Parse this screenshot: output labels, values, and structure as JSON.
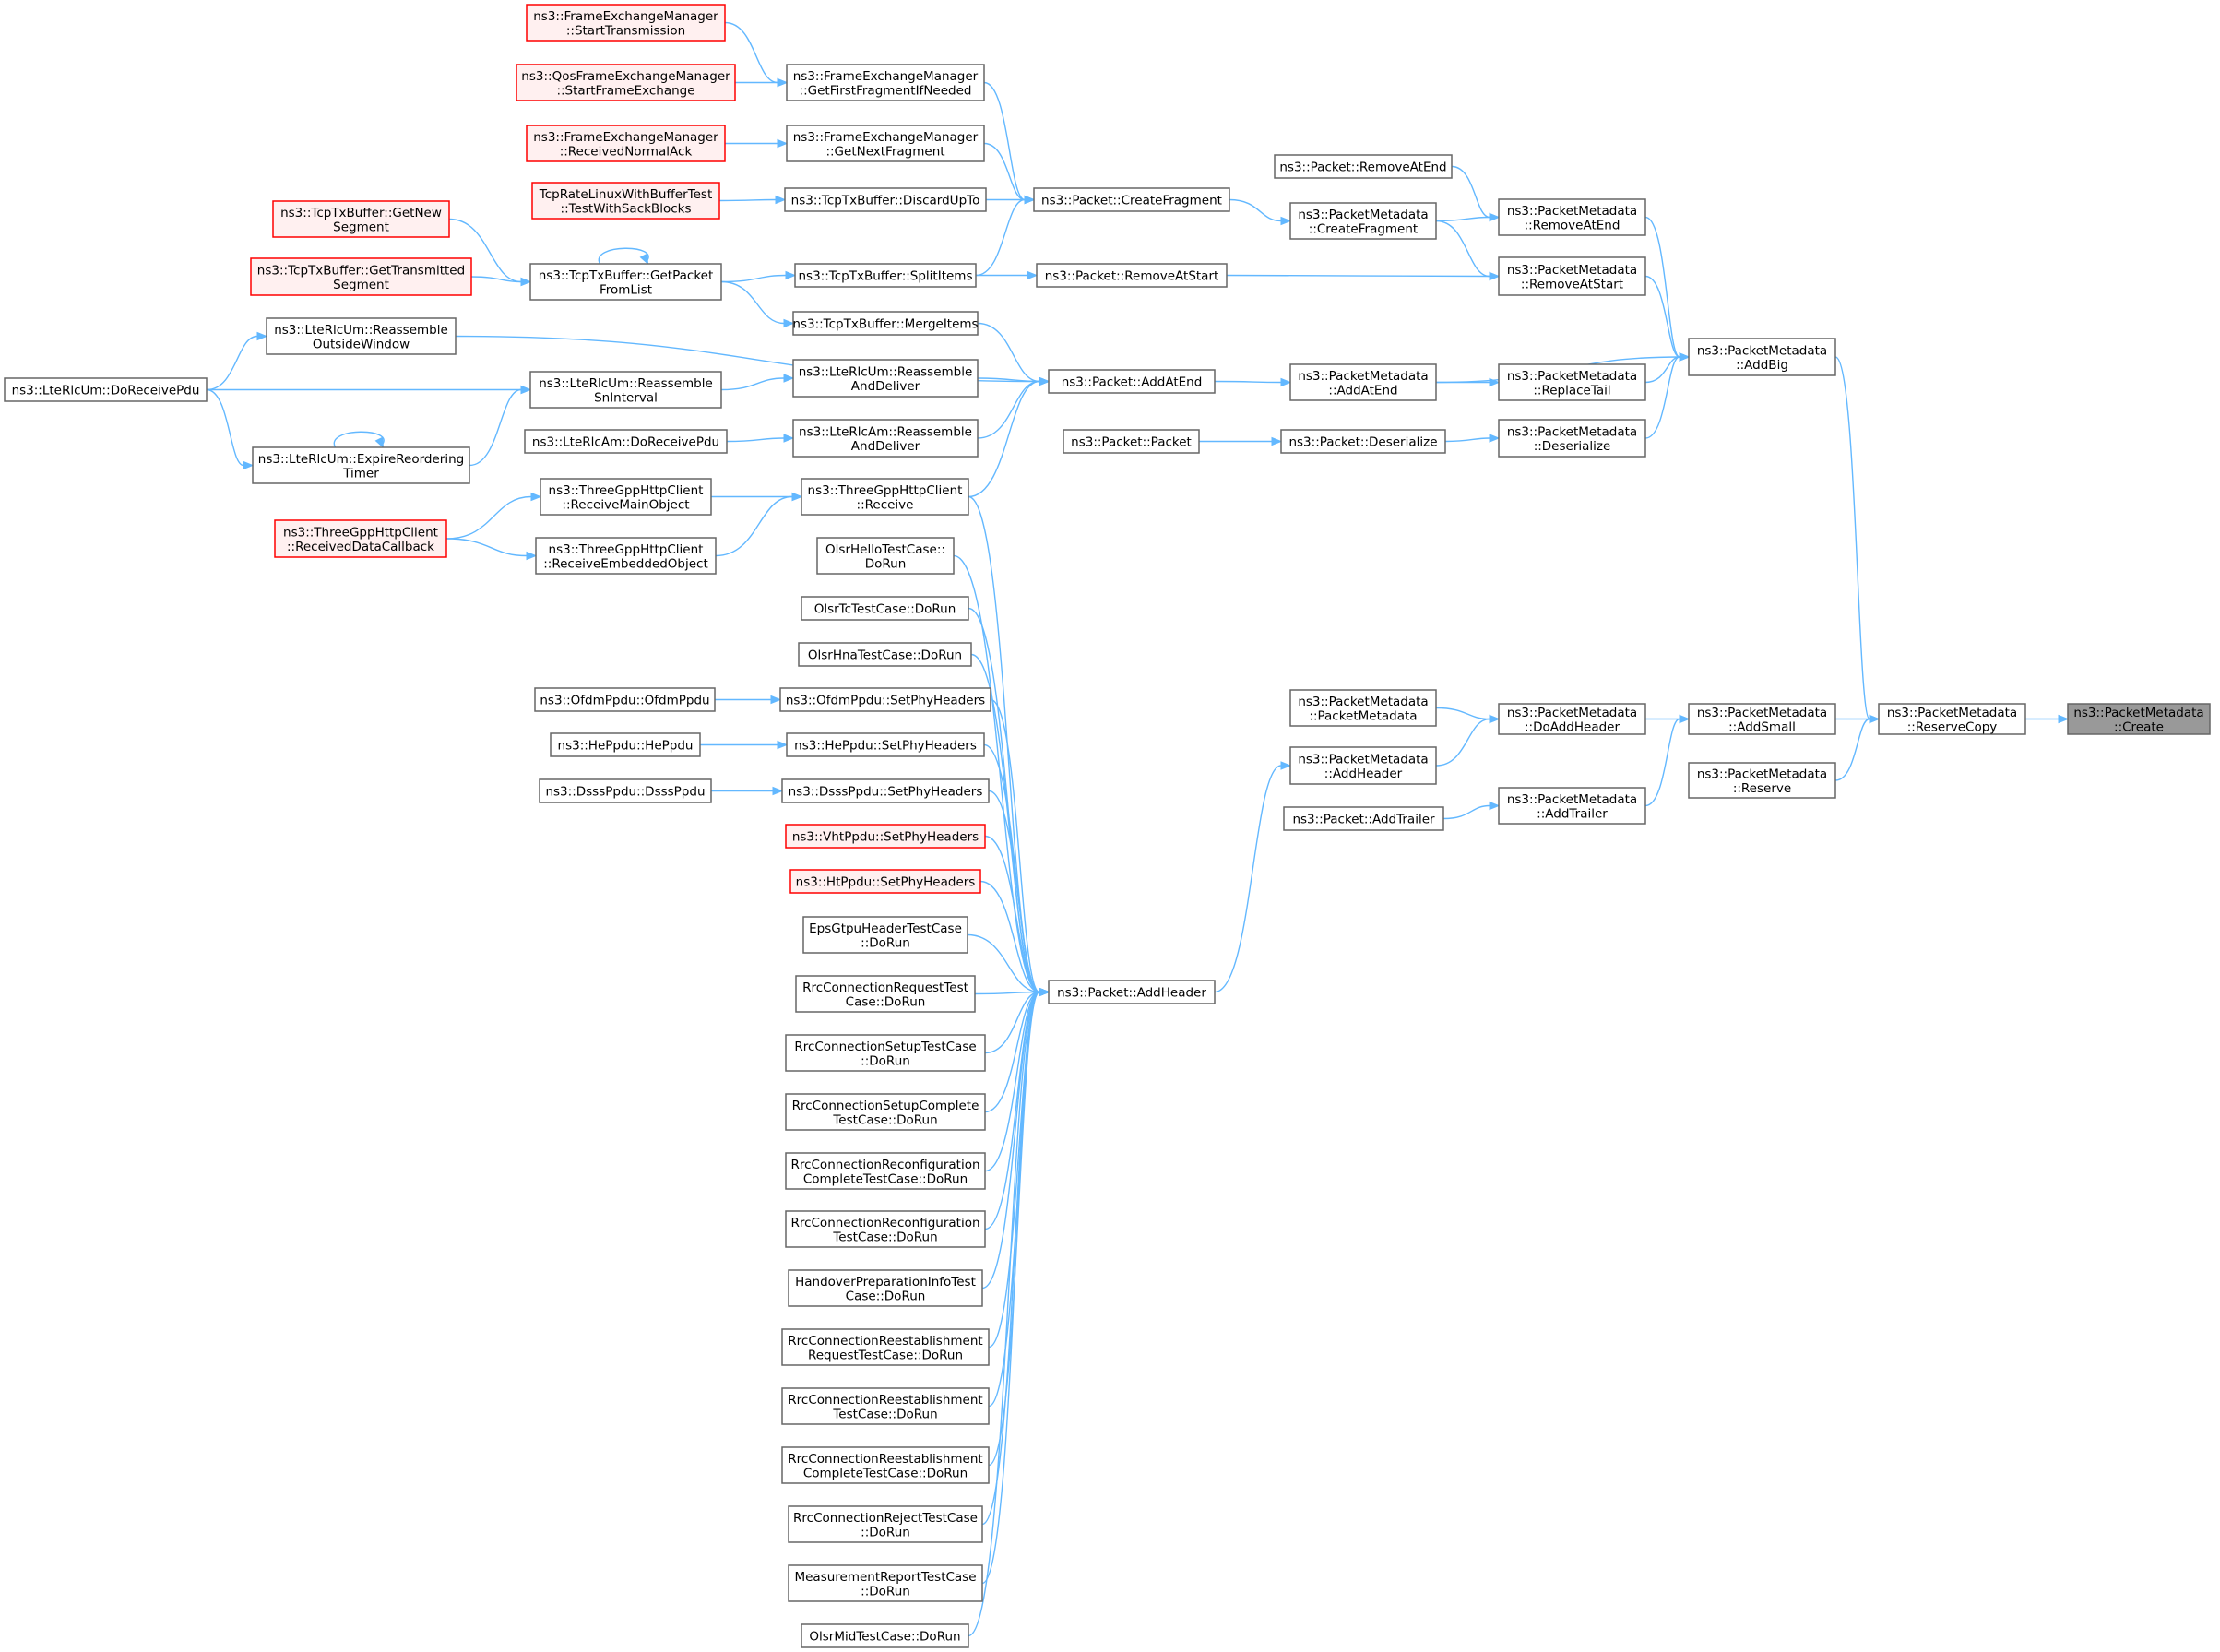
{
  "nodes": [
    {
      "id": "create",
      "lines": [
        "ns3::PacketMetadata",
        "::Create"
      ],
      "style": "gray"
    },
    {
      "id": "reservecopy",
      "lines": [
        "ns3::PacketMetadata",
        "::ReserveCopy"
      ]
    },
    {
      "id": "addbig",
      "lines": [
        "ns3::PacketMetadata",
        "::AddBig"
      ]
    },
    {
      "id": "addsmall",
      "lines": [
        "ns3::PacketMetadata",
        "::AddSmall"
      ]
    },
    {
      "id": "reserve",
      "lines": [
        "ns3::PacketMetadata",
        "::Reserve"
      ]
    },
    {
      "id": "pm_removeatend",
      "lines": [
        "ns3::PacketMetadata",
        "::RemoveAtEnd"
      ]
    },
    {
      "id": "pm_removeatstart",
      "lines": [
        "ns3::PacketMetadata",
        "::RemoveAtStart"
      ]
    },
    {
      "id": "pm_replacetail",
      "lines": [
        "ns3::PacketMetadata",
        "::ReplaceTail"
      ]
    },
    {
      "id": "pm_deserialize",
      "lines": [
        "ns3::PacketMetadata",
        "::Deserialize"
      ]
    },
    {
      "id": "pm_doaddheader",
      "lines": [
        "ns3::PacketMetadata",
        "::DoAddHeader"
      ]
    },
    {
      "id": "pm_addtrailer",
      "lines": [
        "ns3::PacketMetadata",
        "::AddTrailer"
      ]
    },
    {
      "id": "p_removeatend",
      "lines": [
        "ns3::Packet::RemoveAtEnd"
      ]
    },
    {
      "id": "pm_createfragment",
      "lines": [
        "ns3::PacketMetadata",
        "::CreateFragment"
      ]
    },
    {
      "id": "pm_addatend",
      "lines": [
        "ns3::PacketMetadata",
        "::AddAtEnd"
      ]
    },
    {
      "id": "p_deserialize",
      "lines": [
        "ns3::Packet::Deserialize"
      ]
    },
    {
      "id": "pm_packetmetadata",
      "lines": [
        "ns3::PacketMetadata",
        "::PacketMetadata"
      ]
    },
    {
      "id": "pm_addheader",
      "lines": [
        "ns3::PacketMetadata",
        "::AddHeader"
      ]
    },
    {
      "id": "p_addtrailer",
      "lines": [
        "ns3::Packet::AddTrailer"
      ]
    },
    {
      "id": "p_createfragment",
      "lines": [
        "ns3::Packet::CreateFragment"
      ]
    },
    {
      "id": "p_removeatstart",
      "lines": [
        "ns3::Packet::RemoveAtStart"
      ]
    },
    {
      "id": "p_addatend",
      "lines": [
        "ns3::Packet::AddAtEnd"
      ]
    },
    {
      "id": "p_packet",
      "lines": [
        "ns3::Packet::Packet"
      ]
    },
    {
      "id": "p_addheader",
      "lines": [
        "ns3::Packet::AddHeader"
      ]
    },
    {
      "id": "fem_getfirst",
      "lines": [
        "ns3::FrameExchangeManager",
        "::GetFirstFragmentIfNeeded"
      ]
    },
    {
      "id": "fem_getnext",
      "lines": [
        "ns3::FrameExchangeManager",
        "::GetNextFragment"
      ]
    },
    {
      "id": "tcp_discardupto",
      "lines": [
        "ns3::TcpTxBuffer::DiscardUpTo"
      ]
    },
    {
      "id": "tcp_splititems",
      "lines": [
        "ns3::TcpTxBuffer::SplitItems"
      ]
    },
    {
      "id": "tcp_mergeitems",
      "lines": [
        "ns3::TcpTxBuffer::MergeItems"
      ]
    },
    {
      "id": "um_reassembleanddeliver",
      "lines": [
        "ns3::LteRlcUm::Reassemble",
        "AndDeliver"
      ]
    },
    {
      "id": "am_reassembleanddeliver",
      "lines": [
        "ns3::LteRlcAm::Reassemble",
        "AndDeliver"
      ]
    },
    {
      "id": "http_receive",
      "lines": [
        "ns3::ThreeGppHttpClient",
        "::Receive"
      ]
    },
    {
      "id": "olsrhello",
      "lines": [
        "OlsrHelloTestCase::",
        "DoRun"
      ]
    },
    {
      "id": "olsrtc",
      "lines": [
        "OlsrTcTestCase::DoRun"
      ]
    },
    {
      "id": "olsrhna",
      "lines": [
        "OlsrHnaTestCase::DoRun"
      ]
    },
    {
      "id": "ofdm_setphy",
      "lines": [
        "ns3::OfdmPpdu::SetPhyHeaders"
      ]
    },
    {
      "id": "he_setphy",
      "lines": [
        "ns3::HePpdu::SetPhyHeaders"
      ]
    },
    {
      "id": "dsss_setphy",
      "lines": [
        "ns3::DsssPpdu::SetPhyHeaders"
      ]
    },
    {
      "id": "vht_setphy",
      "lines": [
        "ns3::VhtPpdu::SetPhyHeaders"
      ],
      "style": "red"
    },
    {
      "id": "ht_setphy",
      "lines": [
        "ns3::HtPpdu::SetPhyHeaders"
      ],
      "style": "red"
    },
    {
      "id": "epsgtpu",
      "lines": [
        "EpsGtpuHeaderTestCase",
        "::DoRun"
      ]
    },
    {
      "id": "rrc_req",
      "lines": [
        "RrcConnectionRequestTest",
        "Case::DoRun"
      ]
    },
    {
      "id": "rrc_setup",
      "lines": [
        "RrcConnectionSetupTestCase",
        "::DoRun"
      ]
    },
    {
      "id": "rrc_setupcomplete",
      "lines": [
        "RrcConnectionSetupComplete",
        "TestCase::DoRun"
      ]
    },
    {
      "id": "rrc_reconfcomplete",
      "lines": [
        "RrcConnectionReconfiguration",
        "CompleteTestCase::DoRun"
      ]
    },
    {
      "id": "rrc_reconf",
      "lines": [
        "RrcConnectionReconfiguration",
        "TestCase::DoRun"
      ]
    },
    {
      "id": "handover",
      "lines": [
        "HandoverPreparationInfoTest",
        "Case::DoRun"
      ]
    },
    {
      "id": "rrc_reestreq",
      "lines": [
        "RrcConnectionReestablishment",
        "RequestTestCase::DoRun"
      ]
    },
    {
      "id": "rrc_reest",
      "lines": [
        "RrcConnectionReestablishment",
        "TestCase::DoRun"
      ]
    },
    {
      "id": "rrc_reestcomplete",
      "lines": [
        "RrcConnectionReestablishment",
        "CompleteTestCase::DoRun"
      ]
    },
    {
      "id": "rrc_reject",
      "lines": [
        "RrcConnectionRejectTestCase",
        "::DoRun"
      ]
    },
    {
      "id": "measreport",
      "lines": [
        "MeasurementReportTestCase",
        "::DoRun"
      ]
    },
    {
      "id": "olsrmid",
      "lines": [
        "OlsrMidTestCase::DoRun"
      ]
    },
    {
      "id": "fem_starttx",
      "lines": [
        "ns3::FrameExchangeManager",
        "::StartTransmission"
      ],
      "style": "red"
    },
    {
      "id": "qfem_start",
      "lines": [
        "ns3::QosFrameExchangeManager",
        "::StartFrameExchange"
      ],
      "style": "red"
    },
    {
      "id": "fem_recvack",
      "lines": [
        "ns3::FrameExchangeManager",
        "::ReceivedNormalAck"
      ],
      "style": "red"
    },
    {
      "id": "tcprate",
      "lines": [
        "TcpRateLinuxWithBufferTest",
        "::TestWithSackBlocks"
      ],
      "style": "red"
    },
    {
      "id": "tcp_getpacket",
      "lines": [
        "ns3::TcpTxBuffer::GetPacket",
        "FromList"
      ]
    },
    {
      "id": "tcp_getnew",
      "lines": [
        "ns3::TcpTxBuffer::GetNew",
        "Segment"
      ],
      "style": "red"
    },
    {
      "id": "tcp_gettransmitted",
      "lines": [
        "ns3::TcpTxBuffer::GetTransmitted",
        "Segment"
      ],
      "style": "red"
    },
    {
      "id": "um_outside",
      "lines": [
        "ns3::LteRlcUm::Reassemble",
        "OutsideWindow"
      ]
    },
    {
      "id": "um_sninterval",
      "lines": [
        "ns3::LteRlcUm::Reassemble",
        "SnInterval"
      ]
    },
    {
      "id": "am_doreceive",
      "lines": [
        "ns3::LteRlcAm::DoReceivePdu"
      ]
    },
    {
      "id": "http_mainobj",
      "lines": [
        "ns3::ThreeGppHttpClient",
        "::ReceiveMainObject"
      ]
    },
    {
      "id": "http_embedded",
      "lines": [
        "ns3::ThreeGppHttpClient",
        "::ReceiveEmbeddedObject"
      ]
    },
    {
      "id": "http_callback",
      "lines": [
        "ns3::ThreeGppHttpClient",
        "::ReceivedDataCallback"
      ],
      "style": "red"
    },
    {
      "id": "ofdm_ctor",
      "lines": [
        "ns3::OfdmPpdu::OfdmPpdu"
      ]
    },
    {
      "id": "he_ctor",
      "lines": [
        "ns3::HePpdu::HePpdu"
      ]
    },
    {
      "id": "dsss_ctor",
      "lines": [
        "ns3::DsssPpdu::DsssPpdu"
      ]
    },
    {
      "id": "um_doreceive",
      "lines": [
        "ns3::LteRlcUm::DoReceivePdu"
      ]
    },
    {
      "id": "um_expire",
      "lines": [
        "ns3::LteRlcUm::ExpireReordering",
        "Timer"
      ]
    }
  ],
  "edges": [
    [
      "reservecopy",
      "create"
    ],
    [
      "addbig",
      "reservecopy"
    ],
    [
      "addsmall",
      "reservecopy"
    ],
    [
      "reserve",
      "reservecopy"
    ],
    [
      "pm_removeatend",
      "addbig"
    ],
    [
      "pm_removeatstart",
      "addbig"
    ],
    [
      "pm_replacetail",
      "addbig"
    ],
    [
      "pm_deserialize",
      "addbig"
    ],
    [
      "pm_addatend",
      "addbig"
    ],
    [
      "pm_doaddheader",
      "addsmall"
    ],
    [
      "pm_addtrailer",
      "addsmall"
    ],
    [
      "p_removeatend",
      "pm_removeatend"
    ],
    [
      "pm_createfragment",
      "pm_removeatend"
    ],
    [
      "pm_createfragment",
      "pm_removeatstart"
    ],
    [
      "p_removeatstart",
      "pm_removeatstart"
    ],
    [
      "pm_addatend",
      "pm_replacetail"
    ],
    [
      "p_deserialize",
      "pm_deserialize"
    ],
    [
      "pm_packetmetadata",
      "pm_doaddheader"
    ],
    [
      "pm_addheader",
      "pm_doaddheader"
    ],
    [
      "p_addtrailer",
      "pm_addtrailer"
    ],
    [
      "p_createfragment",
      "pm_createfragment"
    ],
    [
      "p_addatend",
      "pm_addatend"
    ],
    [
      "p_packet",
      "p_deserialize"
    ],
    [
      "p_addheader",
      "pm_addheader"
    ],
    [
      "fem_getfirst",
      "p_createfragment"
    ],
    [
      "fem_getnext",
      "p_createfragment"
    ],
    [
      "tcp_discardupto",
      "p_createfragment"
    ],
    [
      "tcp_splititems",
      "p_createfragment"
    ],
    [
      "tcp_splititems",
      "p_removeatstart"
    ],
    [
      "tcp_mergeitems",
      "p_addatend"
    ],
    [
      "um_reassembleanddeliver",
      "p_addatend"
    ],
    [
      "am_reassembleanddeliver",
      "p_addatend"
    ],
    [
      "http_receive",
      "p_addatend"
    ],
    [
      "um_outside",
      "p_addatend"
    ],
    [
      "olsrhello",
      "p_addheader"
    ],
    [
      "olsrtc",
      "p_addheader"
    ],
    [
      "olsrhna",
      "p_addheader"
    ],
    [
      "ofdm_setphy",
      "p_addheader"
    ],
    [
      "he_setphy",
      "p_addheader"
    ],
    [
      "dsss_setphy",
      "p_addheader"
    ],
    [
      "vht_setphy",
      "p_addheader"
    ],
    [
      "ht_setphy",
      "p_addheader"
    ],
    [
      "epsgtpu",
      "p_addheader"
    ],
    [
      "rrc_req",
      "p_addheader"
    ],
    [
      "rrc_setup",
      "p_addheader"
    ],
    [
      "rrc_setupcomplete",
      "p_addheader"
    ],
    [
      "rrc_reconfcomplete",
      "p_addheader"
    ],
    [
      "rrc_reconf",
      "p_addheader"
    ],
    [
      "handover",
      "p_addheader"
    ],
    [
      "rrc_reestreq",
      "p_addheader"
    ],
    [
      "rrc_reest",
      "p_addheader"
    ],
    [
      "rrc_reestcomplete",
      "p_addheader"
    ],
    [
      "rrc_reject",
      "p_addheader"
    ],
    [
      "measreport",
      "p_addheader"
    ],
    [
      "olsrmid",
      "p_addheader"
    ],
    [
      "http_receive",
      "p_addheader"
    ],
    [
      "fem_starttx",
      "fem_getfirst"
    ],
    [
      "qfem_start",
      "fem_getfirst"
    ],
    [
      "fem_recvack",
      "fem_getnext"
    ],
    [
      "tcprate",
      "tcp_discardupto"
    ],
    [
      "tcp_getpacket",
      "tcp_splititems"
    ],
    [
      "tcp_getpacket",
      "tcp_mergeitems"
    ],
    [
      "tcp_getnew",
      "tcp_getpacket"
    ],
    [
      "tcp_gettransmitted",
      "tcp_getpacket"
    ],
    [
      "tcp_getpacket",
      "tcp_getpacket"
    ],
    [
      "um_sninterval",
      "um_reassembleanddeliver"
    ],
    [
      "am_doreceive",
      "am_reassembleanddeliver"
    ],
    [
      "http_mainobj",
      "http_receive"
    ],
    [
      "http_embedded",
      "http_receive"
    ],
    [
      "http_callback",
      "http_mainobj"
    ],
    [
      "http_callback",
      "http_embedded"
    ],
    [
      "ofdm_ctor",
      "ofdm_setphy"
    ],
    [
      "he_ctor",
      "he_setphy"
    ],
    [
      "dsss_ctor",
      "dsss_setphy"
    ],
    [
      "um_doreceive",
      "um_outside"
    ],
    [
      "um_doreceive",
      "um_sninterval"
    ],
    [
      "um_doreceive",
      "um_expire"
    ],
    [
      "um_expire",
      "um_sninterval"
    ],
    [
      "um_expire",
      "um_expire"
    ]
  ]
}
